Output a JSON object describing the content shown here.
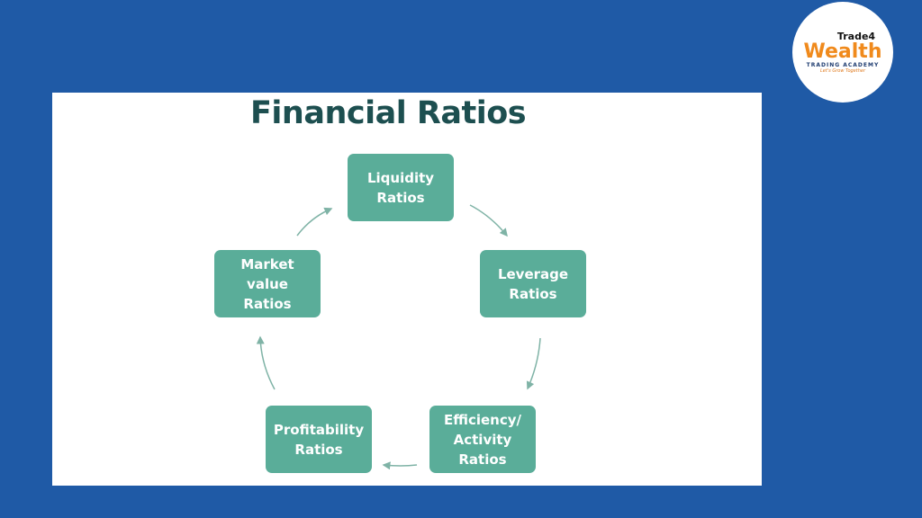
{
  "title": "Financial Ratios",
  "nodes": [
    {
      "label": "Liquidity\nRatios"
    },
    {
      "label": "Leverage\nRatios"
    },
    {
      "label": "Efficiency/\nActivity\nRatios"
    },
    {
      "label": "Profitability\nRatios"
    },
    {
      "label": "Market\nvalue\nRatios"
    }
  ],
  "logo": {
    "line1": "Trade4",
    "line2": "Wealth",
    "line3": "TRADING ACADEMY",
    "line4": "Let's Grow Together"
  },
  "colors": {
    "background": "#1f5aa6",
    "box": "#5aad99",
    "title": "#1d4f50",
    "arrow": "#7fb3a6"
  }
}
